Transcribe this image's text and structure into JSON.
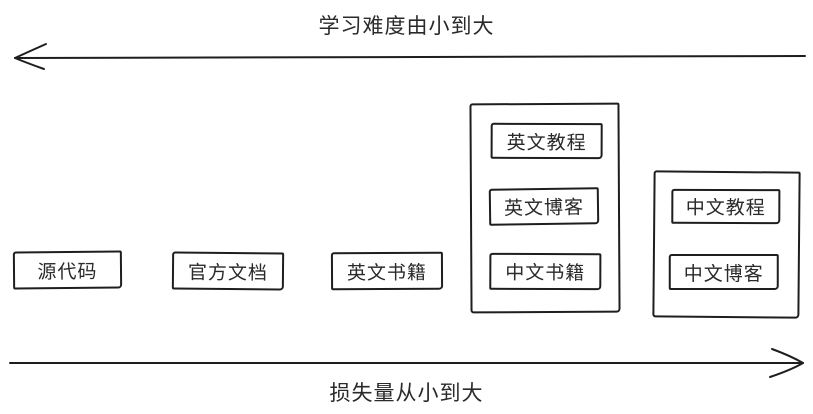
{
  "diagram": {
    "top_axis": {
      "label": "学习难度由小到大",
      "direction": "left"
    },
    "bottom_axis": {
      "label": "损失量从小到大",
      "direction": "right"
    },
    "items": [
      {
        "label": "源代码"
      },
      {
        "label": "官方文档"
      },
      {
        "label": "英文书籍"
      }
    ],
    "groups": [
      {
        "items": [
          {
            "label": "英文教程"
          },
          {
            "label": "英文博客"
          },
          {
            "label": "中文书籍"
          }
        ]
      },
      {
        "items": [
          {
            "label": "中文教程"
          },
          {
            "label": "中文博客"
          }
        ]
      }
    ],
    "colors": {
      "stroke": "#1e1e1e",
      "text": "#2a2a2a",
      "background": "#ffffff"
    }
  }
}
